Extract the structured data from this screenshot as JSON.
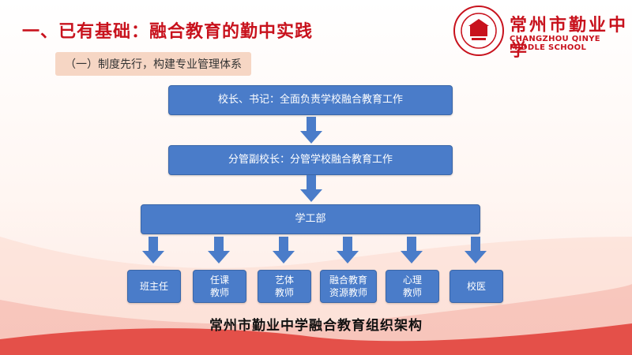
{
  "header": {
    "title": "一、已有基础：融合教育的勤中实践",
    "subtitle": "（一）制度先行，构建专业管理体系"
  },
  "school": {
    "name_cn": "常州市勤业中学",
    "name_en": "CHANGZHOU QINYE MIDDLE SCHOOL"
  },
  "org_chart": {
    "level1": "校长、书记：全面负责学校融合教育工作",
    "level2": "分管副校长：分管学校融合教育工作",
    "level3": "学工部",
    "level4": [
      {
        "line1": "班主任",
        "line2": ""
      },
      {
        "line1": "任课",
        "line2": "教师"
      },
      {
        "line1": "艺体",
        "line2": "教师"
      },
      {
        "line1": "融合教育",
        "line2": "资源教师"
      },
      {
        "line1": "心理",
        "line2": "教师"
      },
      {
        "line1": "校医",
        "line2": ""
      }
    ],
    "caption": "常州市勤业中学融合教育组织架构"
  },
  "colors": {
    "accent_red": "#c8121d",
    "box_blue": "#4a7cc9",
    "subtitle_bg": "#f6d6c4"
  }
}
